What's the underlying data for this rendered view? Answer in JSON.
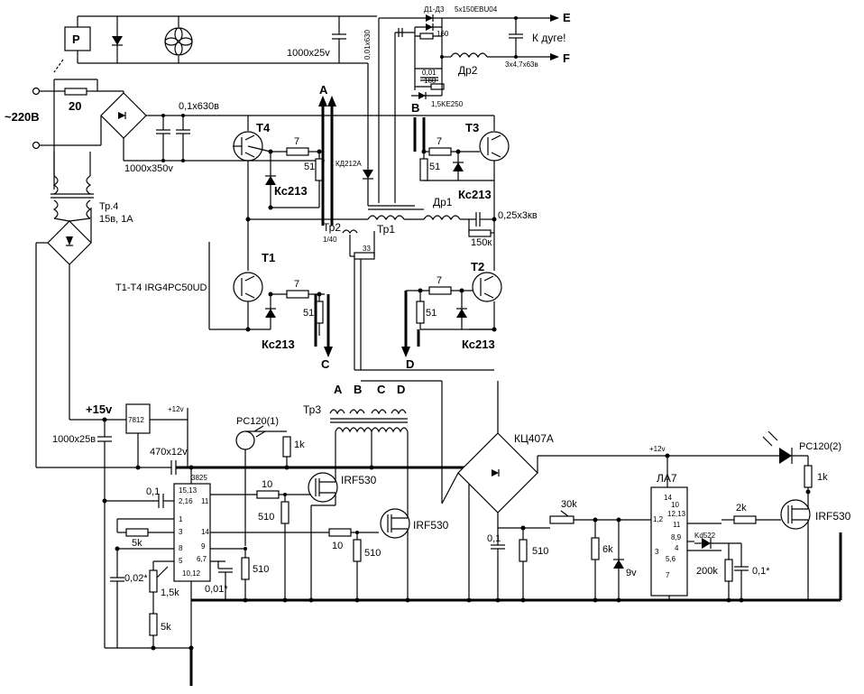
{
  "title": "",
  "mains": "~220В",
  "fuse": "20",
  "relay": "P",
  "caps": {
    "c_1000x25v_top": "1000x25v",
    "c_01x630v": "0,1x630в",
    "c_1000x350v": "1000x350v",
    "c_001x630": "0,01x630",
    "c_001": "0,01",
    "c_025x3kv": "0,25x3кв",
    "c_1000x25v": "1000x25в",
    "c_470x12v": "470x12v",
    "c_01_left": "0,1",
    "c_002": "0,02*",
    "c_001_timer": "0,01*",
    "c_01_mid": "0,1",
    "c_01_right": "0,1*"
  },
  "labels": {
    "diodes_d1d3": "Д1-Д3",
    "d_5x150": "5x150EBU04",
    "k_duge": "К дуге!",
    "term_e": "E",
    "term_f": "F",
    "r160a": "160",
    "r160b": "160",
    "dr2_size": "3x4,7x63в",
    "dr2": "Др2",
    "ke250": "1,5KE250",
    "kd212a": "КД212А",
    "tr4": "Тр.4",
    "tr4_spec": "15в, 1А",
    "tr1": "Тр1",
    "tr2": "Тр2",
    "tr2_ratio": "1/40",
    "r33": "33",
    "dr1": "Др1",
    "r150k": "150к",
    "t1t4": "T1-T4 IRG4PC50UD",
    "t1": "Т1",
    "t2": "Т2",
    "t3": "Т3",
    "t4": "Т4",
    "ks213_1": "Кс213",
    "ks213_2": "Кс213",
    "ks213_3": "Кс213",
    "ks213_4": "Кс213",
    "r7a": "7",
    "r7b": "7",
    "r7c": "7",
    "r7d": "7",
    "r51a": "51",
    "r51b": "51",
    "r51c": "51",
    "r51d": "51",
    "pA": "A",
    "pB": "B",
    "pC": "C",
    "pD": "D",
    "v15": "+15v",
    "reg7812": "7812",
    "v12a": "+12v",
    "v12b": "+12v",
    "pc120_1": "PC120(1)",
    "pc120_2": "PC120(2)",
    "r1k_a": "1k",
    "r1k_b": "1k",
    "ic3825": "3825",
    "p1513": "15,13",
    "p216": "2,16",
    "p11": "11",
    "p1": "1",
    "p3": "3",
    "p14": "14",
    "p8": "8",
    "p9": "9",
    "p5": "5",
    "p67": "6,7",
    "p1012": "10,12",
    "r5k": "5k",
    "r15k": "1,5k",
    "r5k_b": "5k",
    "r10a": "10",
    "r10b": "10",
    "r510a": "510",
    "r510b": "510",
    "r510c": "510",
    "r510d": "510",
    "irf530a": "IRF530",
    "irf530b": "IRF530",
    "irf530c": "IRF530",
    "tr3": "Тр3",
    "tA": "A",
    "tB": "B",
    "tC": "C",
    "tD": "D",
    "kc407": "КЦ407А",
    "r30k": "30k",
    "r6k": "6k",
    "d9v": "9v",
    "la7": "ЛА7",
    "l14": "14",
    "l12": "1,2",
    "l3": "3",
    "l56": "5,6",
    "l7": "7",
    "l10": "10",
    "l1213": "12,13",
    "l11": "11",
    "l89": "8,9",
    "l4": "4",
    "kd522": "Kd522",
    "r2k": "2k",
    "r200k": "200k"
  }
}
